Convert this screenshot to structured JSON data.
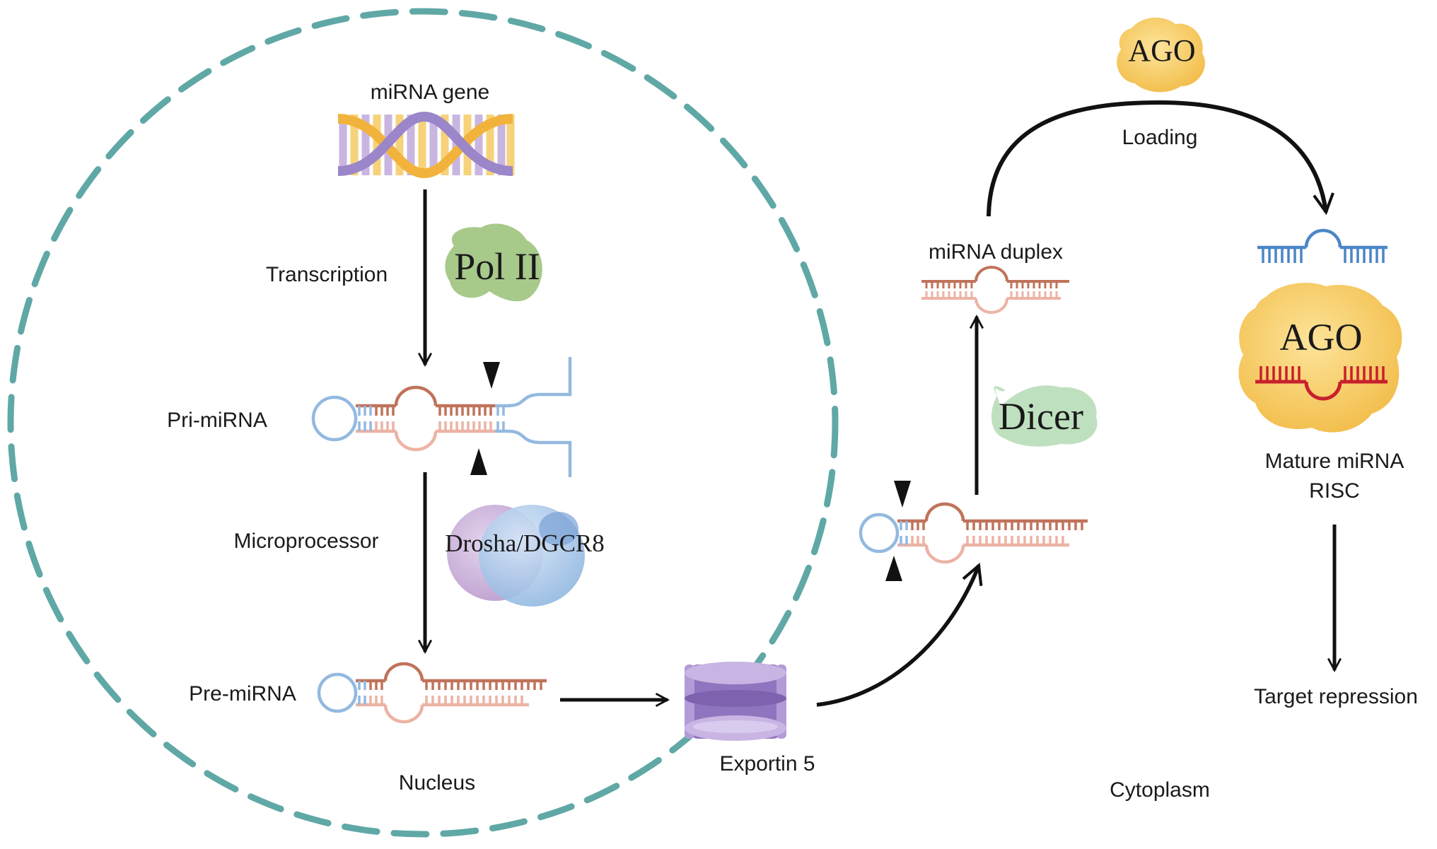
{
  "labels": {
    "mirna_gene": "miRNA gene",
    "transcription": "Transcription",
    "pol2": "Pol II",
    "pri_mirna": "Pri-miRNA",
    "microprocessor": "Microprocessor",
    "drosha": "Drosha/DGCR8",
    "pre_mirna": "Pre-miRNA",
    "nucleus": "Nucleus",
    "exportin": "Exportin 5",
    "dicer": "Dicer",
    "mirna_duplex": "miRNA duplex",
    "ago_top": "AGO",
    "loading": "Loading",
    "ago_risc": "AGO",
    "mature_line1": "Mature miRNA",
    "mature_line2": "RISC",
    "target_repression": "Target repression",
    "cytoplasm": "Cytoplasm"
  },
  "colors": {
    "nucleus_border": "#5fa8a6",
    "rna_guide": "#c0735a",
    "rna_passenger": "#ecb3a4",
    "rna_flank": "#93b9e0",
    "dna_purple": "#b9a6d6",
    "dna_yellow": "#f5c66a",
    "pol2": "#a7c98a",
    "dicer": "#bfe0bf",
    "drosha_purple": "#c9afd6",
    "drosha_blue": "#a8c8ea",
    "exportin": "#a88fcf",
    "ago": "#f7cf6a",
    "risc_strand": "#c8202d",
    "loaded_strand": "#4b86c6"
  }
}
